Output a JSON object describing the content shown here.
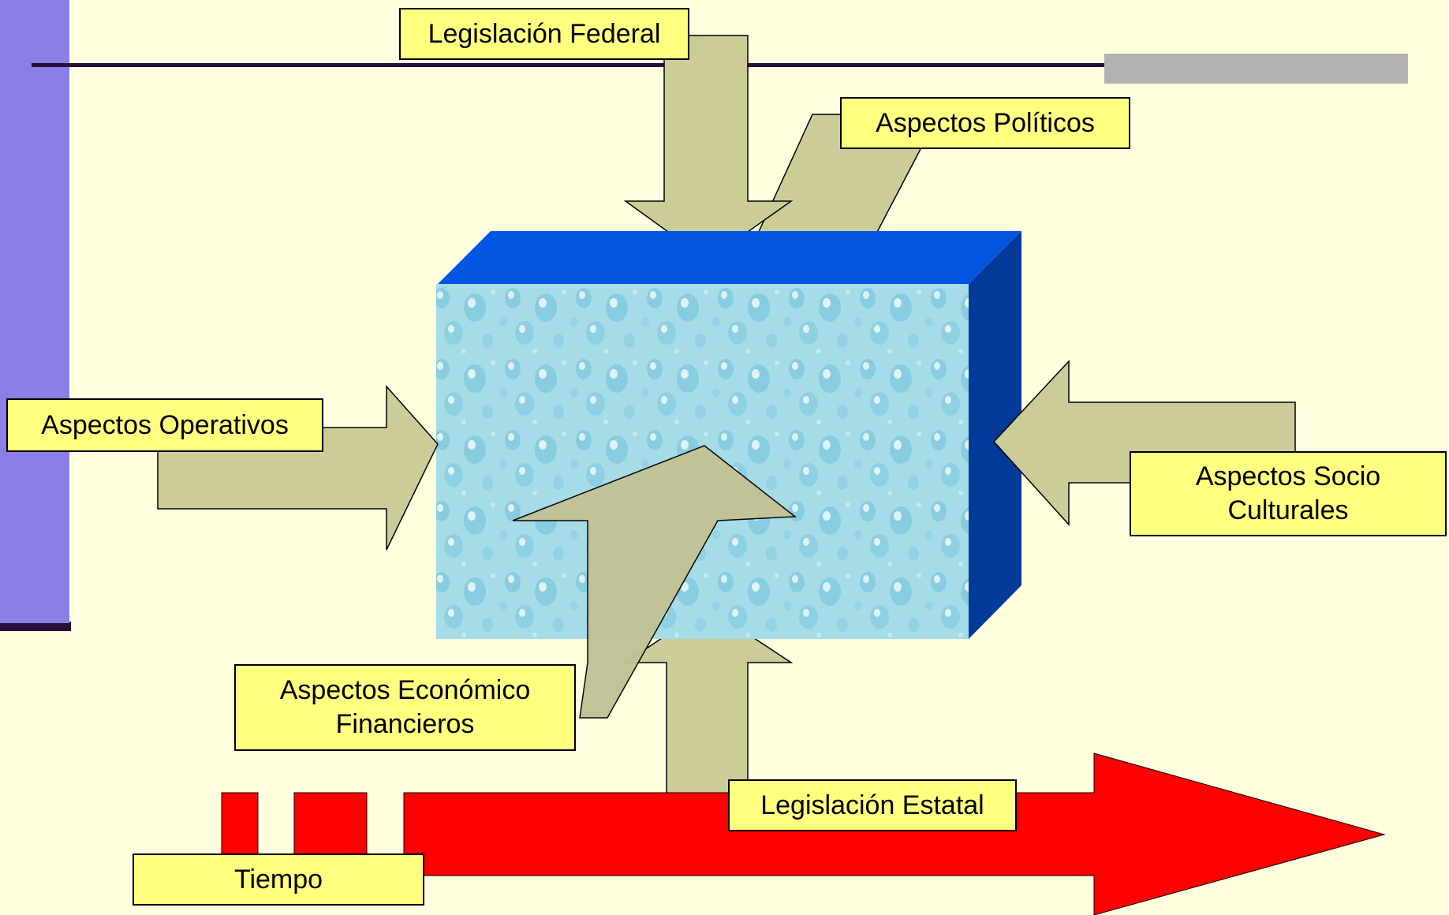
{
  "colors": {
    "background": "#FFFFE0",
    "sidebar": "#8A7FE4",
    "sidebar_shadow": "#2A0E3A",
    "rule_line": "#2A0E3A",
    "accent_bar": "#B3B3B3",
    "arrow_fill": "#CCCC99",
    "arrow_fill_alt": "#C2C296",
    "box_top": "#0255E0",
    "box_side": "#023A9A",
    "box_front_base": "#A6DCE8",
    "drop_color": "#6FBFD6",
    "time_arrow": "#FF0000",
    "label_fill": "#FFFF80",
    "label_border": "#000000"
  },
  "labels": {
    "legislacion_federal": "Legislación Federal",
    "aspectos_politicos": "Aspectos Políticos",
    "aspectos_operativos": "Aspectos Operativos",
    "aspectos_socio_1": "Aspectos Socio",
    "aspectos_socio_2": "Culturales",
    "aspectos_economico_1": "Aspectos Económico",
    "aspectos_economico_2": "Financieros",
    "legislacion_estatal": "Legislación Estatal",
    "tiempo": "Tiempo"
  }
}
